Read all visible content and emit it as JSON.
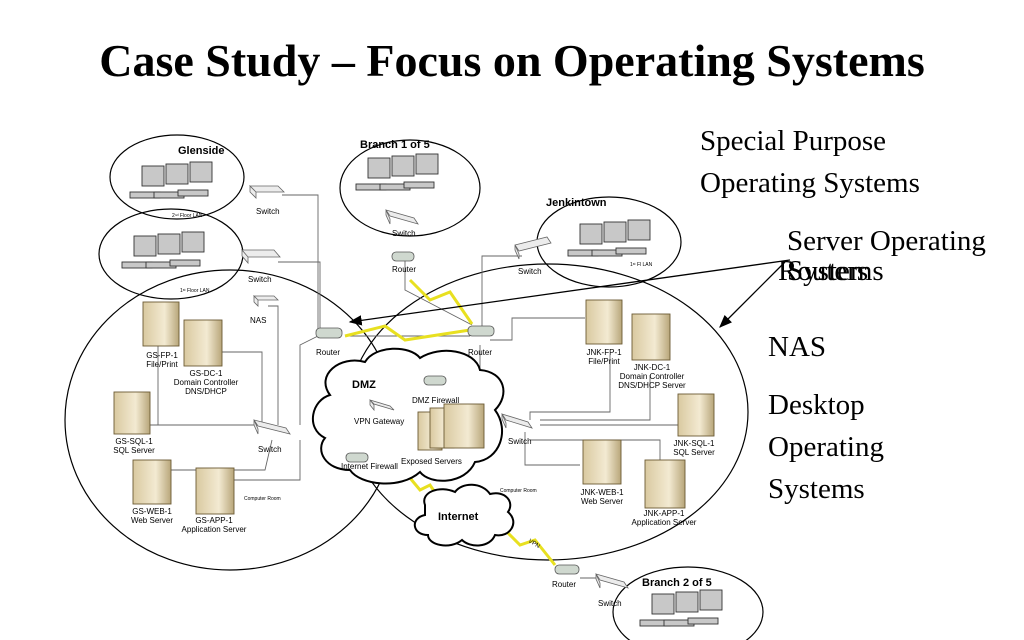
{
  "title": "Case Study – Focus on Operating Systems",
  "side_labels": {
    "special_purpose": [
      "Special Purpose",
      "Operating Systems"
    ],
    "server_os": [
      "Server Operating",
      "Systems"
    ],
    "routers": "Routers",
    "nas": "NAS",
    "desktop_os": [
      "Desktop",
      "Operating",
      "Systems"
    ]
  },
  "diagram": {
    "sites": {
      "glenside": "Glenside",
      "branch1": "Branch 1 of 5",
      "jenkintown": "Jenkintown",
      "branch2": "Branch 2 of 5",
      "dmz": "DMZ",
      "internet": "Internet"
    },
    "lan_labels": {
      "glenside_2nd": "2ⁿᵈ Floor LAN",
      "glenside_1st": "1ˢᵗ Floor LAN",
      "jenkintown": "1ˢᵗ Fl LAN"
    },
    "devices": {
      "switch": "Switch",
      "router": "Router",
      "nas": "NAS",
      "dmz_firewall": "DMZ Firewall",
      "vpn_gateway": "VPN Gateway",
      "internet_firewall": "Internet Firewall",
      "exposed_servers": "Exposed Servers",
      "vpn": "VPN",
      "computer_room": "Computer Room"
    },
    "glenside_servers": [
      {
        "name": "GS-FP-1",
        "role": "File/Print"
      },
      {
        "name": "GS-DC-1",
        "role": "Domain Controller",
        "role2": "DNS/DHCP"
      },
      {
        "name": "GS-SQL-1",
        "role": "SQL Server"
      },
      {
        "name": "GS-WEB-1",
        "role": "Web Server"
      },
      {
        "name": "GS-APP-1",
        "role": "Application Server"
      }
    ],
    "jenkintown_servers": [
      {
        "name": "JNK-FP-1",
        "role": "File/Print"
      },
      {
        "name": "JNK-DC-1",
        "role": "Domain Controller",
        "role2": "DNS/DHCP Server"
      },
      {
        "name": "JNK-SQL-1",
        "role": "SQL Server"
      },
      {
        "name": "JNK-WEB-1",
        "role": "Web Server"
      },
      {
        "name": "JNK-APP-1",
        "role": "Application Server"
      }
    ]
  }
}
